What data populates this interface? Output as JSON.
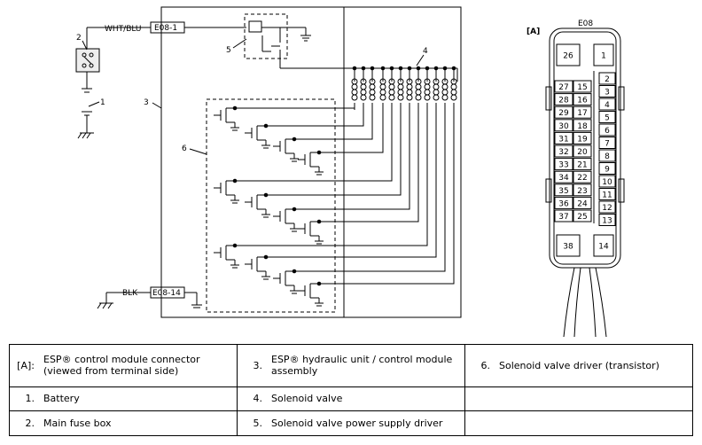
{
  "diagram": {
    "wire_top_label": "WHT/BLU",
    "wire_bottom_label": "BLK",
    "terminal_top": "E08-1",
    "terminal_bottom": "E08-14",
    "callouts": [
      "1",
      "2",
      "3",
      "4",
      "5",
      "6"
    ],
    "connector": {
      "ref_label": "[A]",
      "name": "E08",
      "big_pins": [
        "26",
        "1",
        "38",
        "14"
      ],
      "left_col": [
        "27",
        "28",
        "29",
        "30",
        "31",
        "32",
        "33",
        "34",
        "35",
        "36",
        "37"
      ],
      "mid_col": [
        "15",
        "16",
        "17",
        "18",
        "19",
        "20",
        "21",
        "22",
        "23",
        "24",
        "25"
      ],
      "right_col": [
        "2",
        "3",
        "4",
        "5",
        "6",
        "7",
        "8",
        "9",
        "10",
        "11",
        "12",
        "13"
      ]
    }
  },
  "legend": {
    "rows": [
      [
        {
          "num": "[A]:",
          "text": "ESP® control module connector (viewed from terminal side)"
        },
        {
          "num": "3.",
          "text": "ESP® hydraulic unit / control module assembly"
        },
        {
          "num": "6.",
          "text": "Solenoid valve driver (transistor)"
        }
      ],
      [
        {
          "num": "1.",
          "text": "Battery"
        },
        {
          "num": "4.",
          "text": "Solenoid valve"
        },
        {
          "num": "",
          "text": ""
        }
      ],
      [
        {
          "num": "2.",
          "text": "Main fuse box"
        },
        {
          "num": "5.",
          "text": "Solenoid valve power supply driver"
        },
        {
          "num": "",
          "text": ""
        }
      ]
    ]
  }
}
